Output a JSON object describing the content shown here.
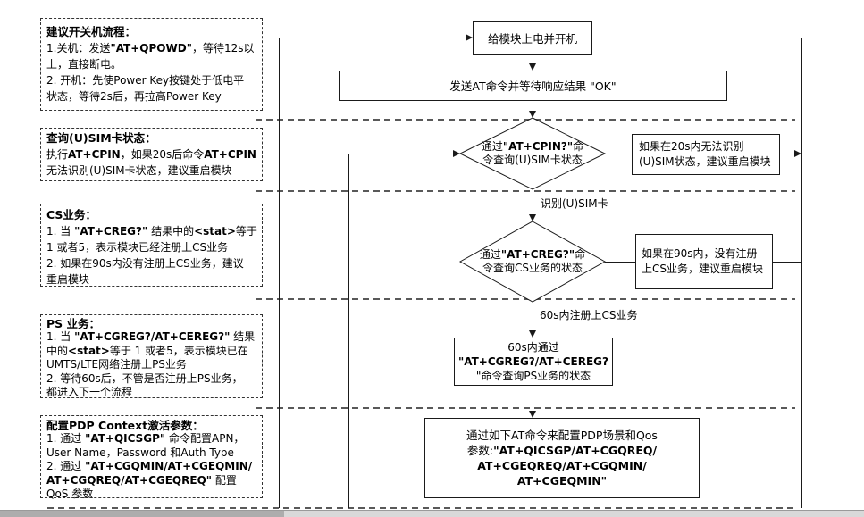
{
  "notes": [
    {
      "title": "建议开关机流程：",
      "lines": [
        [
          {
            "t": "1.关机：发送"
          },
          {
            "t": "\"AT+QPOWD\"",
            "b": 1
          },
          {
            "t": "，等待12s以"
          }
        ],
        [
          {
            "t": "上，直接断电。"
          }
        ],
        [
          {
            "t": "2. 开机：先使Power Key按键处于低电平"
          }
        ],
        [
          {
            "t": "状态，等待2s后，再拉高Power Key"
          }
        ]
      ]
    },
    {
      "title": "查询(U)SIM卡状态：",
      "lines": [
        [
          {
            "t": "执行"
          },
          {
            "t": "AT+CPIN",
            "b": 1
          },
          {
            "t": "，如果20s后命令"
          },
          {
            "t": "AT+CPIN",
            "b": 1
          }
        ],
        [
          {
            "t": "无法识别(U)SIM卡状态，建议重启模块"
          }
        ]
      ]
    },
    {
      "title": "CS业务：",
      "lines": [
        [
          {
            "t": "1. 当 "
          },
          {
            "t": "\"AT+CREG?\"",
            "b": 1
          },
          {
            "t": " 结果中的"
          },
          {
            "t": "<stat>",
            "b": 1
          },
          {
            "t": "等于"
          }
        ],
        [
          {
            "t": "1 或者5，表示模块已经注册上CS业务"
          }
        ],
        [
          {
            "t": "2. 如果在90s内没有注册上CS业务，建议"
          }
        ],
        [
          {
            "t": "重启模块"
          }
        ]
      ]
    },
    {
      "title": "PS 业务：",
      "lines": [
        [
          {
            "t": "1. 当 "
          },
          {
            "t": "\"AT+CGREG?/AT+CEREG?\"",
            "b": 1
          },
          {
            "t": " 结果"
          }
        ],
        [
          {
            "t": "中的"
          },
          {
            "t": "<stat>",
            "b": 1
          },
          {
            "t": "等于 1 或者5，表示模块已在"
          }
        ],
        [
          {
            "t": "UMTS/LTE网络注册上PS业务"
          }
        ],
        [
          {
            "t": "2. 等待60s后，不管是否注册上PS业务，"
          }
        ],
        [
          {
            "t": "都进入下一个流程"
          }
        ]
      ]
    },
    {
      "title": "配置PDP Context激活参数：",
      "lines": [
        [
          {
            "t": "1. 通过 "
          },
          {
            "t": "\"AT+QICSGP\"",
            "b": 1
          },
          {
            "t": " 命令配置APN，"
          }
        ],
        [
          {
            "t": "User Name，Password 和Auth Type"
          }
        ],
        [
          {
            "t": "2. 通过 "
          },
          {
            "t": "\"AT+CGQMIN/AT+CGEQMIN/",
            "b": 1
          }
        ],
        [
          {
            "t": "AT+CGQREQ/AT+CGEQREQ\"",
            "b": 1
          },
          {
            "t": " 配置"
          }
        ],
        [
          {
            "t": "QoS 参数"
          }
        ]
      ]
    }
  ],
  "flow": {
    "power_on": "给模块上电并开机",
    "send_at": "发送AT命令并等待响应结果 \"OK\"",
    "cpin_line1": [
      {
        "t": "通过"
      },
      {
        "t": "\"AT+CPIN?\"",
        "b": 1
      },
      {
        "t": "命"
      }
    ],
    "cpin_line2": "令查询(U)SIM卡状态",
    "sim_fail_line1": "如果在20s内无法识别",
    "sim_fail_line2": "(U)SIM状态，建议重启模块",
    "sim_ok_label": "识别(U)SIM卡",
    "creg_line1": [
      {
        "t": "通过"
      },
      {
        "t": "\"AT+CREG?\"",
        "b": 1
      },
      {
        "t": "命"
      }
    ],
    "creg_line2": "令查询CS业务的状态",
    "cs_fail_line1": "如果在90s内，没有注册",
    "cs_fail_line2": "上CS业务，建议重启模块",
    "cs_ok_label": "60s内注册上CS业务",
    "ps_line1": "60s内通过",
    "ps_line2": [
      {
        "t": "\"AT+CGREG?/AT+CEREG?",
        "b": 1
      }
    ],
    "ps_line3": "\"命令查询PS业务的状态",
    "pdp_line1": "通过如下AT命令来配置PDP场景和Qos",
    "pdp_line2": [
      {
        "t": "参数:"
      },
      {
        "t": "\"AT+QICSGP/AT+CGQREQ/",
        "b": 1
      }
    ],
    "pdp_line3": [
      {
        "t": "AT+CGEQREQ/AT+CGQMIN/",
        "b": 1
      }
    ],
    "pdp_line4": [
      {
        "t": "AT+CGEQMIN\"",
        "b": 1
      }
    ]
  }
}
